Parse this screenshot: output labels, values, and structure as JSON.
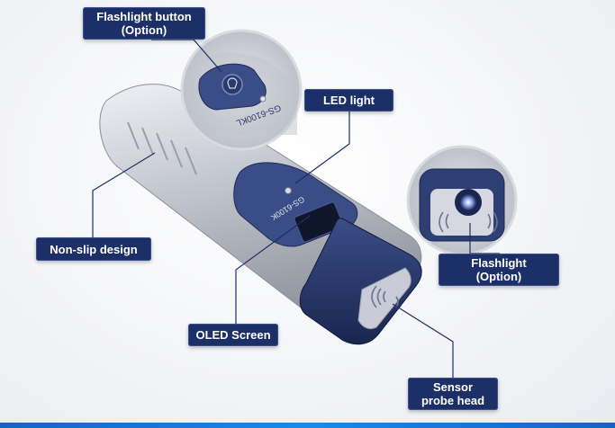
{
  "callouts": {
    "flashlight_button": {
      "line1": "Flashlight button",
      "line2": "(Option)"
    },
    "led_light": {
      "line1": "LED light"
    },
    "non_slip": {
      "line1": "Non-slip design"
    },
    "flashlight": {
      "line1": "Flashlight",
      "line2": "(Option)"
    },
    "oled_screen": {
      "line1": "OLED Screen"
    },
    "sensor_probe": {
      "line1": "Sensor",
      "line2": "probe head"
    }
  },
  "device": {
    "model_text": "GS-6100K",
    "model_text_zoom": "GS-6100KL"
  },
  "colors": {
    "label_bg": "#1c2f66",
    "leader_line": "#1c2f66",
    "device_body": "#c9ccd3",
    "device_cap": "#2a3a6b",
    "accent_bar": "#1e88e5"
  }
}
